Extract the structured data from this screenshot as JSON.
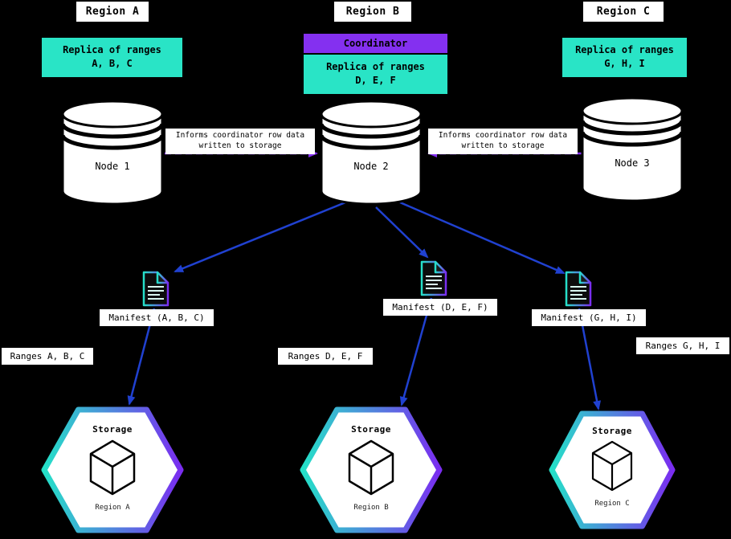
{
  "regions": [
    {
      "title": "Region A",
      "replica_line1": "Replica of ranges",
      "replica_line2": "A, B, C",
      "node": "Node 1"
    },
    {
      "title": "Region B",
      "coordinator": "Coordinator",
      "replica_line1": "Replica of ranges",
      "replica_line2": "D, E, F",
      "node": "Node 2"
    },
    {
      "title": "Region C",
      "replica_line1": "Replica of ranges",
      "replica_line2": "G, H, I",
      "node": "Node 3"
    }
  ],
  "inform_labels": [
    {
      "line1": "Informs coordinator row data",
      "line2": "written to storage"
    },
    {
      "line1": "Informs coordinator row data",
      "line2": "written to storage"
    }
  ],
  "manifest_labels": [
    "Manifest (A, B, C)",
    "Manifest (D, E, F)",
    "Manifest (G, H, I)"
  ],
  "range_labels": [
    "Ranges A, B, C",
    "Ranges D, E, F",
    "Ranges G, H, I"
  ],
  "storage_nodes": [
    {
      "title": "Storage",
      "region": "Region A"
    },
    {
      "title": "Storage",
      "region": "Region B"
    },
    {
      "title": "Storage",
      "region": "Region C"
    }
  ],
  "colors": {
    "background": "#000000",
    "replica_cyan": "#29e4c6",
    "coordinator_purple": "#8430f0",
    "arrow_blue": "#2041d0",
    "dashed_arrow_purple": "#8430f0",
    "gradient_start": "#25e0c8",
    "gradient_end": "#7a2df0",
    "label_bg": "#ffffff",
    "text_black": "#000000"
  }
}
